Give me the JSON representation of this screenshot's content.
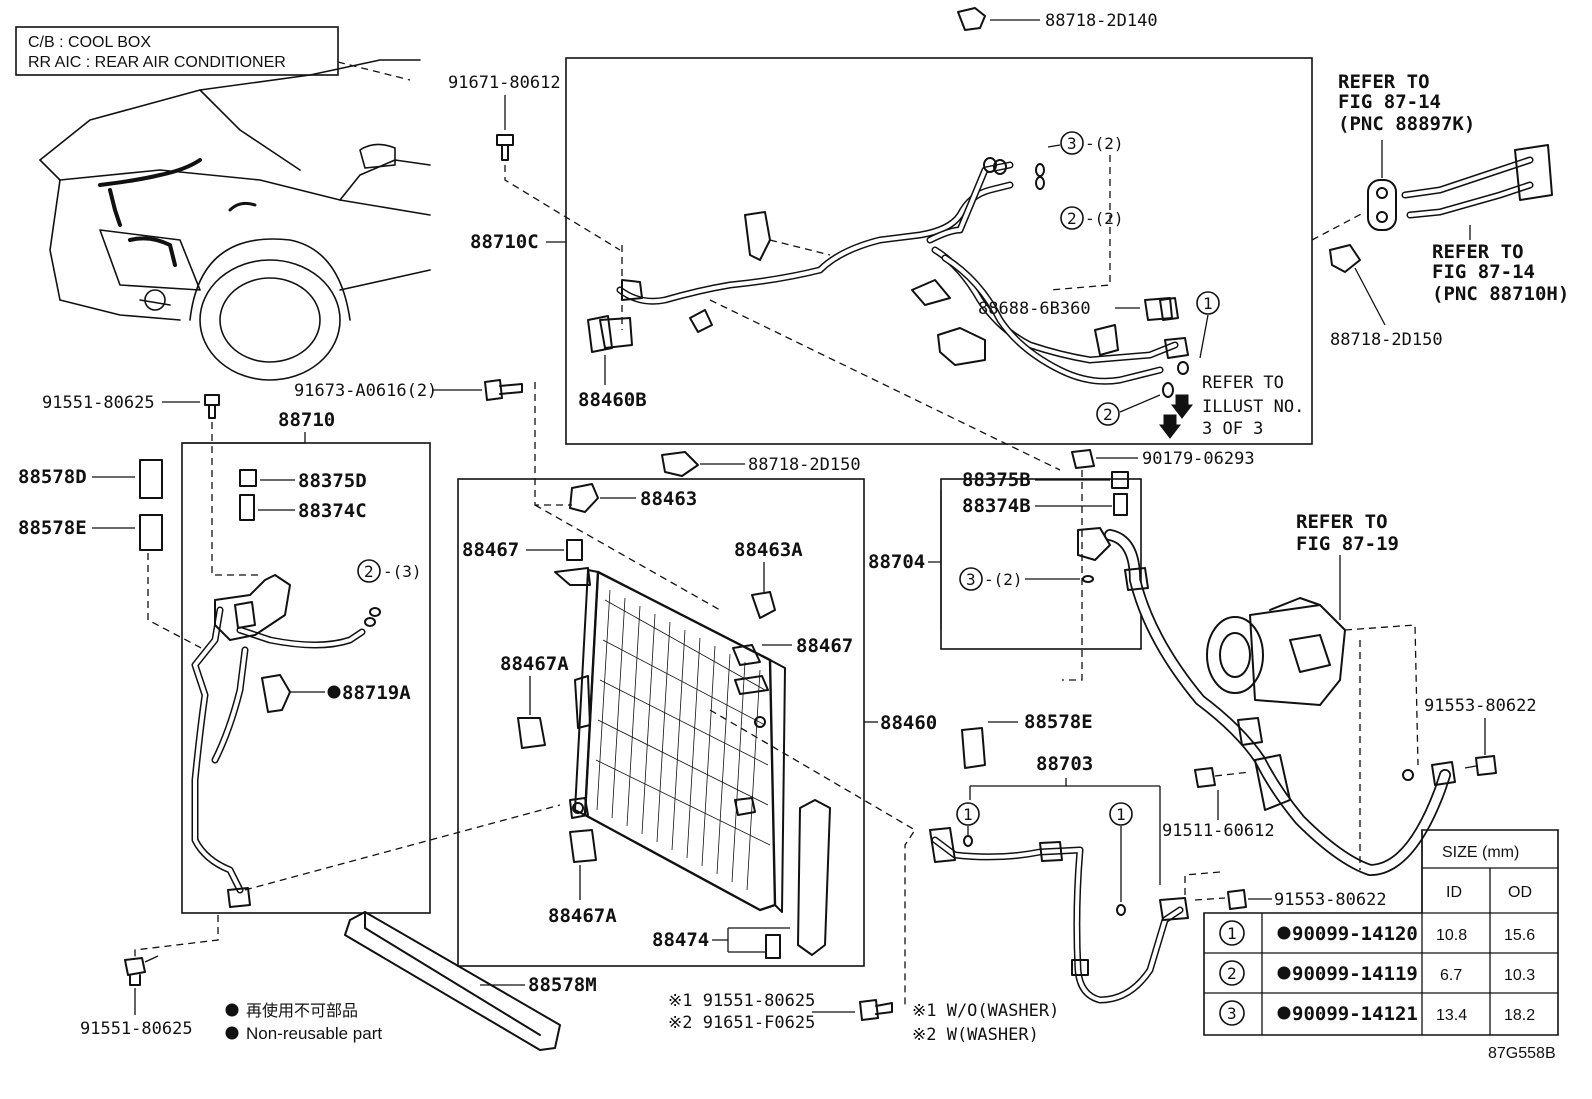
{
  "legend": {
    "line1": "C/B : COOL BOX",
    "line2": "RR AIC : REAR AIR CONDITIONER"
  },
  "notes": {
    "nonreusable_jp": "再使用不可部品",
    "nonreusable_en": "Non-reusable part",
    "note1": "※1 W/O(WASHER)",
    "note2": "※2 W(WASHER)",
    "fig_id": "87G558B"
  },
  "refs": {
    "fig_87_14_a": [
      "REFER TO",
      "FIG 87-14",
      "(PNC 88897K)"
    ],
    "fig_87_14_b": [
      "REFER TO",
      "FIG 87-14",
      "(PNC 88710H)"
    ],
    "illust_3_of_3": [
      "REFER TO",
      "ILLUST NO.",
      "3 OF 3"
    ],
    "fig_87_19": [
      "REFER TO",
      "FIG 87-19"
    ]
  },
  "parts": {
    "p88718_2D140": "88718-2D140",
    "p91671_80612": "91671-80612",
    "p88710C": "88710C",
    "p88460B": "88460B",
    "p88688_6B360": "88688-6B360",
    "p88718_2D150_right": "88718-2D150",
    "p91551_80625_top": "91551-80625",
    "p91673_A0616": "91673-A0616(2)",
    "p88710": "88710",
    "p88578D": "88578D",
    "p88578E_left": "88578E",
    "p88375D": "88375D",
    "p88374C": "88374C",
    "p88719A": "88719A",
    "p88718_2D150_mid": "88718-2D150",
    "p88463": "88463",
    "p88467_a": "88467",
    "p88463A": "88463A",
    "p88467_b": "88467",
    "p88467A_top": "88467A",
    "p88467A_bottom": "88467A",
    "p88474": "88474",
    "p88460": "88460",
    "p88578M": "88578M",
    "p90179_06293": "90179-06293",
    "p88375B": "88375B",
    "p88374B": "88374B",
    "p88704": "88704",
    "p88578E_right": "88578E",
    "p88703": "88703",
    "p91511_60612": "91511-60612",
    "p91553_80622_a": "91553-80622",
    "p91553_80622_b": "91553-80622",
    "p91551_80625_bottom": "91551-80625",
    "p91551_80625_note": "※1 91551-80625",
    "p91651_F0625_note": "※2 91651-F0625"
  },
  "markers": {
    "o_ring_1": "1",
    "o_ring_2": "2",
    "o_ring_3": "3",
    "qty_2": "-(2)",
    "qty_3": "-(3)"
  },
  "size_table": {
    "title": "SIZE (mm)",
    "col_id": "ID",
    "col_od": "OD",
    "rows": [
      {
        "key": "1",
        "part": "90099-14120",
        "id": "10.8",
        "od": "15.6"
      },
      {
        "key": "2",
        "part": "90099-14119",
        "id": "6.7",
        "od": "10.3"
      },
      {
        "key": "3",
        "part": "90099-14121",
        "id": "13.4",
        "od": "18.2"
      }
    ]
  }
}
